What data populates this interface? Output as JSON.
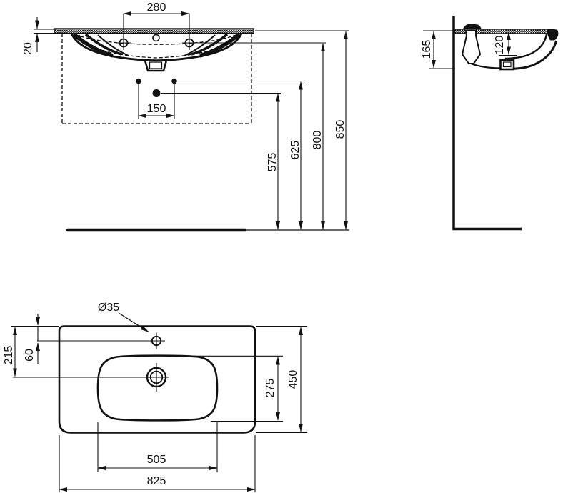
{
  "meta": {
    "drawing_type": "washbasin installation dimension drawing",
    "background": "#ffffff",
    "line_color": "#111111"
  },
  "views": {
    "front": {
      "name": "front elevation",
      "dims": {
        "tap_hole_spacing": "280",
        "rim_thickness": "20",
        "fixing_hole_spacing": "150",
        "height_siphon": "575",
        "height_fixing": "625",
        "height_tap_holes": "800",
        "height_rim": "850"
      }
    },
    "side": {
      "name": "side section",
      "dims": {
        "overall_depth_height": "165",
        "bowl_depth": "120"
      }
    },
    "plan": {
      "name": "plan view",
      "dims": {
        "tap_hole_diameter": "Ø35",
        "edge_to_drain": "215",
        "edge_to_tap_hole": "60",
        "bowl_depth": "275",
        "overall_depth": "450",
        "bowl_width": "505",
        "overall_width": "825"
      }
    }
  }
}
